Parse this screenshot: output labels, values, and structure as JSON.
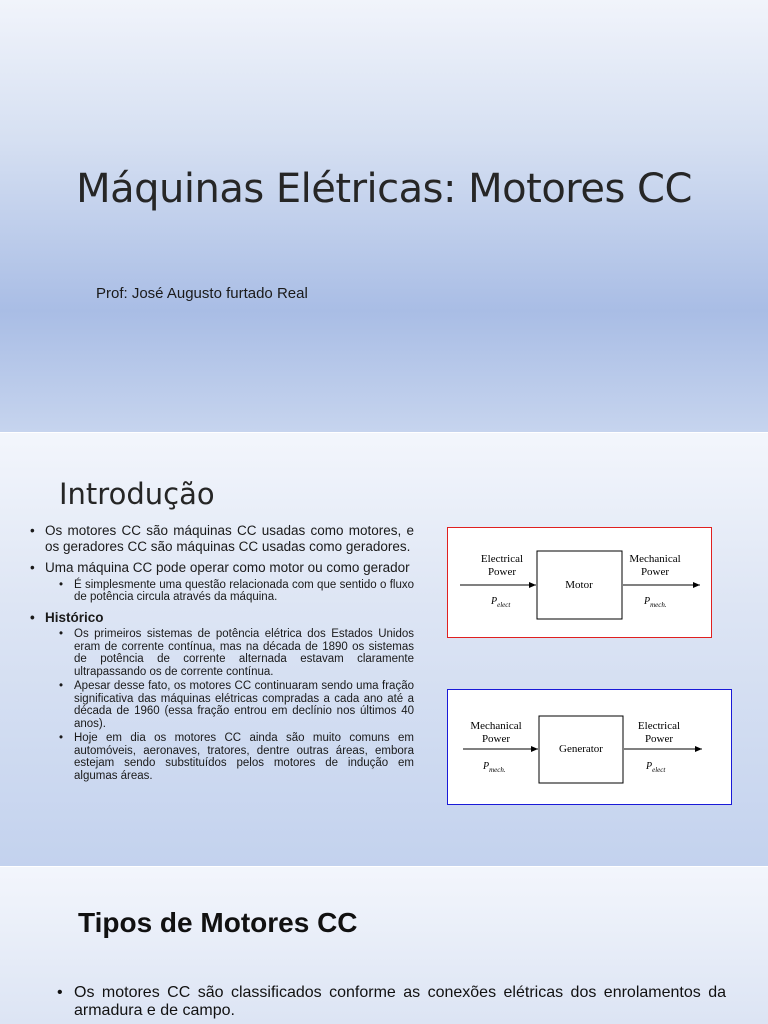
{
  "slide1": {
    "title": "Máquinas Elétricas: Motores CC",
    "subtitle": "Prof: José Augusto furtado Real"
  },
  "slide2": {
    "title": "Introdução",
    "bullets": [
      "Os motores CC são máquinas CC usadas como motores, e os geradores CC são máquinas CC usadas como geradores.",
      "Uma máquina CC pode operar como motor ou como gerador"
    ],
    "sub_bullet_1": "É simplesmente uma questão relacionada com que sentido o fluxo de potência circula através da máquina.",
    "historico_label": "Histórico",
    "historico_items": [
      "Os primeiros sistemas de potência elétrica dos Estados Unidos eram de corrente contínua, mas na década de 1890 os sistemas de potência de corrente alternada estavam claramente ultrapassando os de corrente contínua.",
      "Apesar desse fato, os motores CC continuaram sendo uma fração significativa das máquinas elétricas compradas a cada ano até a década de 1960 (essa fração entrou em declínio nos últimos 40 anos).",
      "Hoje em dia os motores CC ainda são muito comuns em automóveis, aeronaves, tratores, dentre outras áreas, embora estejam sendo substituídos pelos motores de indução em algumas áreas."
    ],
    "motor_diagram": {
      "border_color": "#e02020",
      "left_label_1": "Electrical",
      "left_label_2": "Power",
      "left_symbol": "P",
      "left_sub": "elect",
      "box_label": "Motor",
      "right_label_1": "Mechanical",
      "right_label_2": "Power",
      "right_symbol": "P",
      "right_sub": "mech."
    },
    "generator_diagram": {
      "border_color": "#1a1ad8",
      "left_label_1": "Mechanical",
      "left_label_2": "Power",
      "left_symbol": "P",
      "left_sub": "mech.",
      "box_label": "Generator",
      "right_label_1": "Electrical",
      "right_label_2": "Power",
      "right_symbol": "P",
      "right_sub": "elect"
    }
  },
  "slide3": {
    "title": "Tipos de Motores CC",
    "bullet": "Os motores CC são classificados conforme as conexões elétricas dos enrolamentos da armadura e de campo."
  }
}
